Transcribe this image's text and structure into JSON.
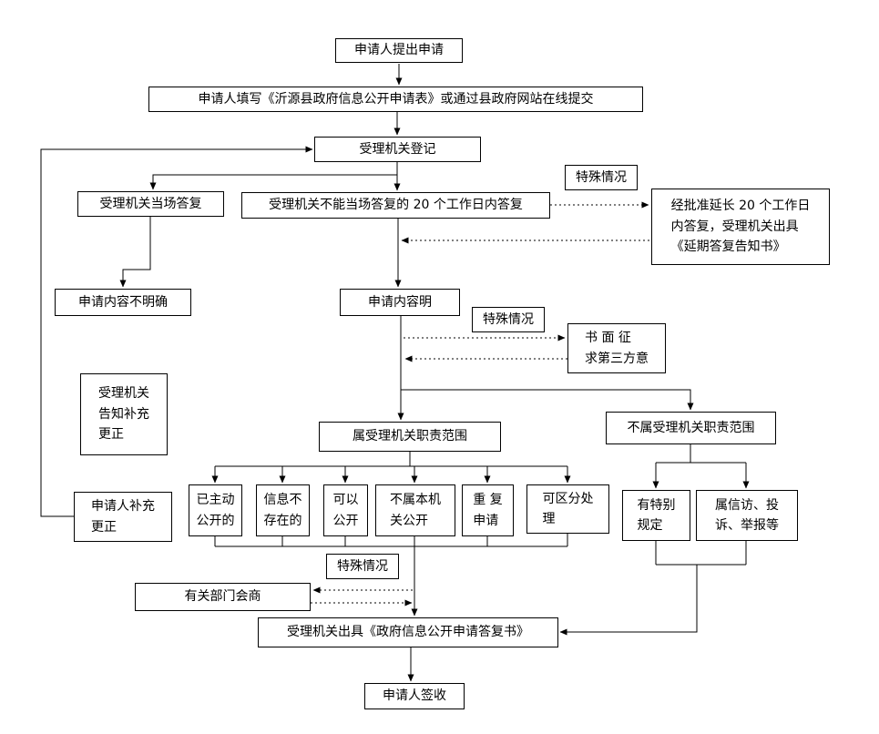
{
  "nodes": {
    "apply": {
      "label": "申请人提出申请"
    },
    "fill_form": {
      "label": "申请人填写《沂源县政府信息公开申请表》或通过县政府网站在线提交"
    },
    "register": {
      "label": "受理机关登记"
    },
    "onsite_reply": {
      "label": "受理机关当场答复"
    },
    "within20": {
      "label": "受理机关不能当场答复的 20 个工作日内答复"
    },
    "special_case_top": {
      "label": "特殊情况"
    },
    "extension": {
      "label": "经批准延长 20 个工作日\n内答复，受理机关出具\n《延期答复告知书》"
    },
    "content_unclear": {
      "label": "申请内容不明确"
    },
    "content_clear": {
      "label": "申请内容明"
    },
    "special_case_mid": {
      "label": "特殊情况"
    },
    "third_party": {
      "label": "书 面 征\n求第三方意"
    },
    "notify_supplement": {
      "label": "受理机关\n告知补充\n更正"
    },
    "applicant_supplement": {
      "label": "申请人补充\n更正"
    },
    "in_scope": {
      "label": "属受理机关职责范围"
    },
    "out_of_scope": {
      "label": "不属受理机关职责范围"
    },
    "already_public": {
      "label": "已主动\n公开的"
    },
    "not_exist": {
      "label": "信息不\n存在的"
    },
    "can_public": {
      "label": "可以\n公开"
    },
    "other_agency": {
      "label": "不属本机\n关公开"
    },
    "repeated": {
      "label": "重 复\n申请"
    },
    "separable": {
      "label": "可区分处\n理"
    },
    "special_rule": {
      "label": "有特别\n规定"
    },
    "petition": {
      "label": "属信访、投\n诉、举报等"
    },
    "special_case_bottom": {
      "label": "特殊情况"
    },
    "consult": {
      "label": "有关部门会商"
    },
    "reply_doc": {
      "label": "受理机关出具《政府信息公开申请答复书》"
    },
    "sign": {
      "label": "申请人签收"
    }
  }
}
